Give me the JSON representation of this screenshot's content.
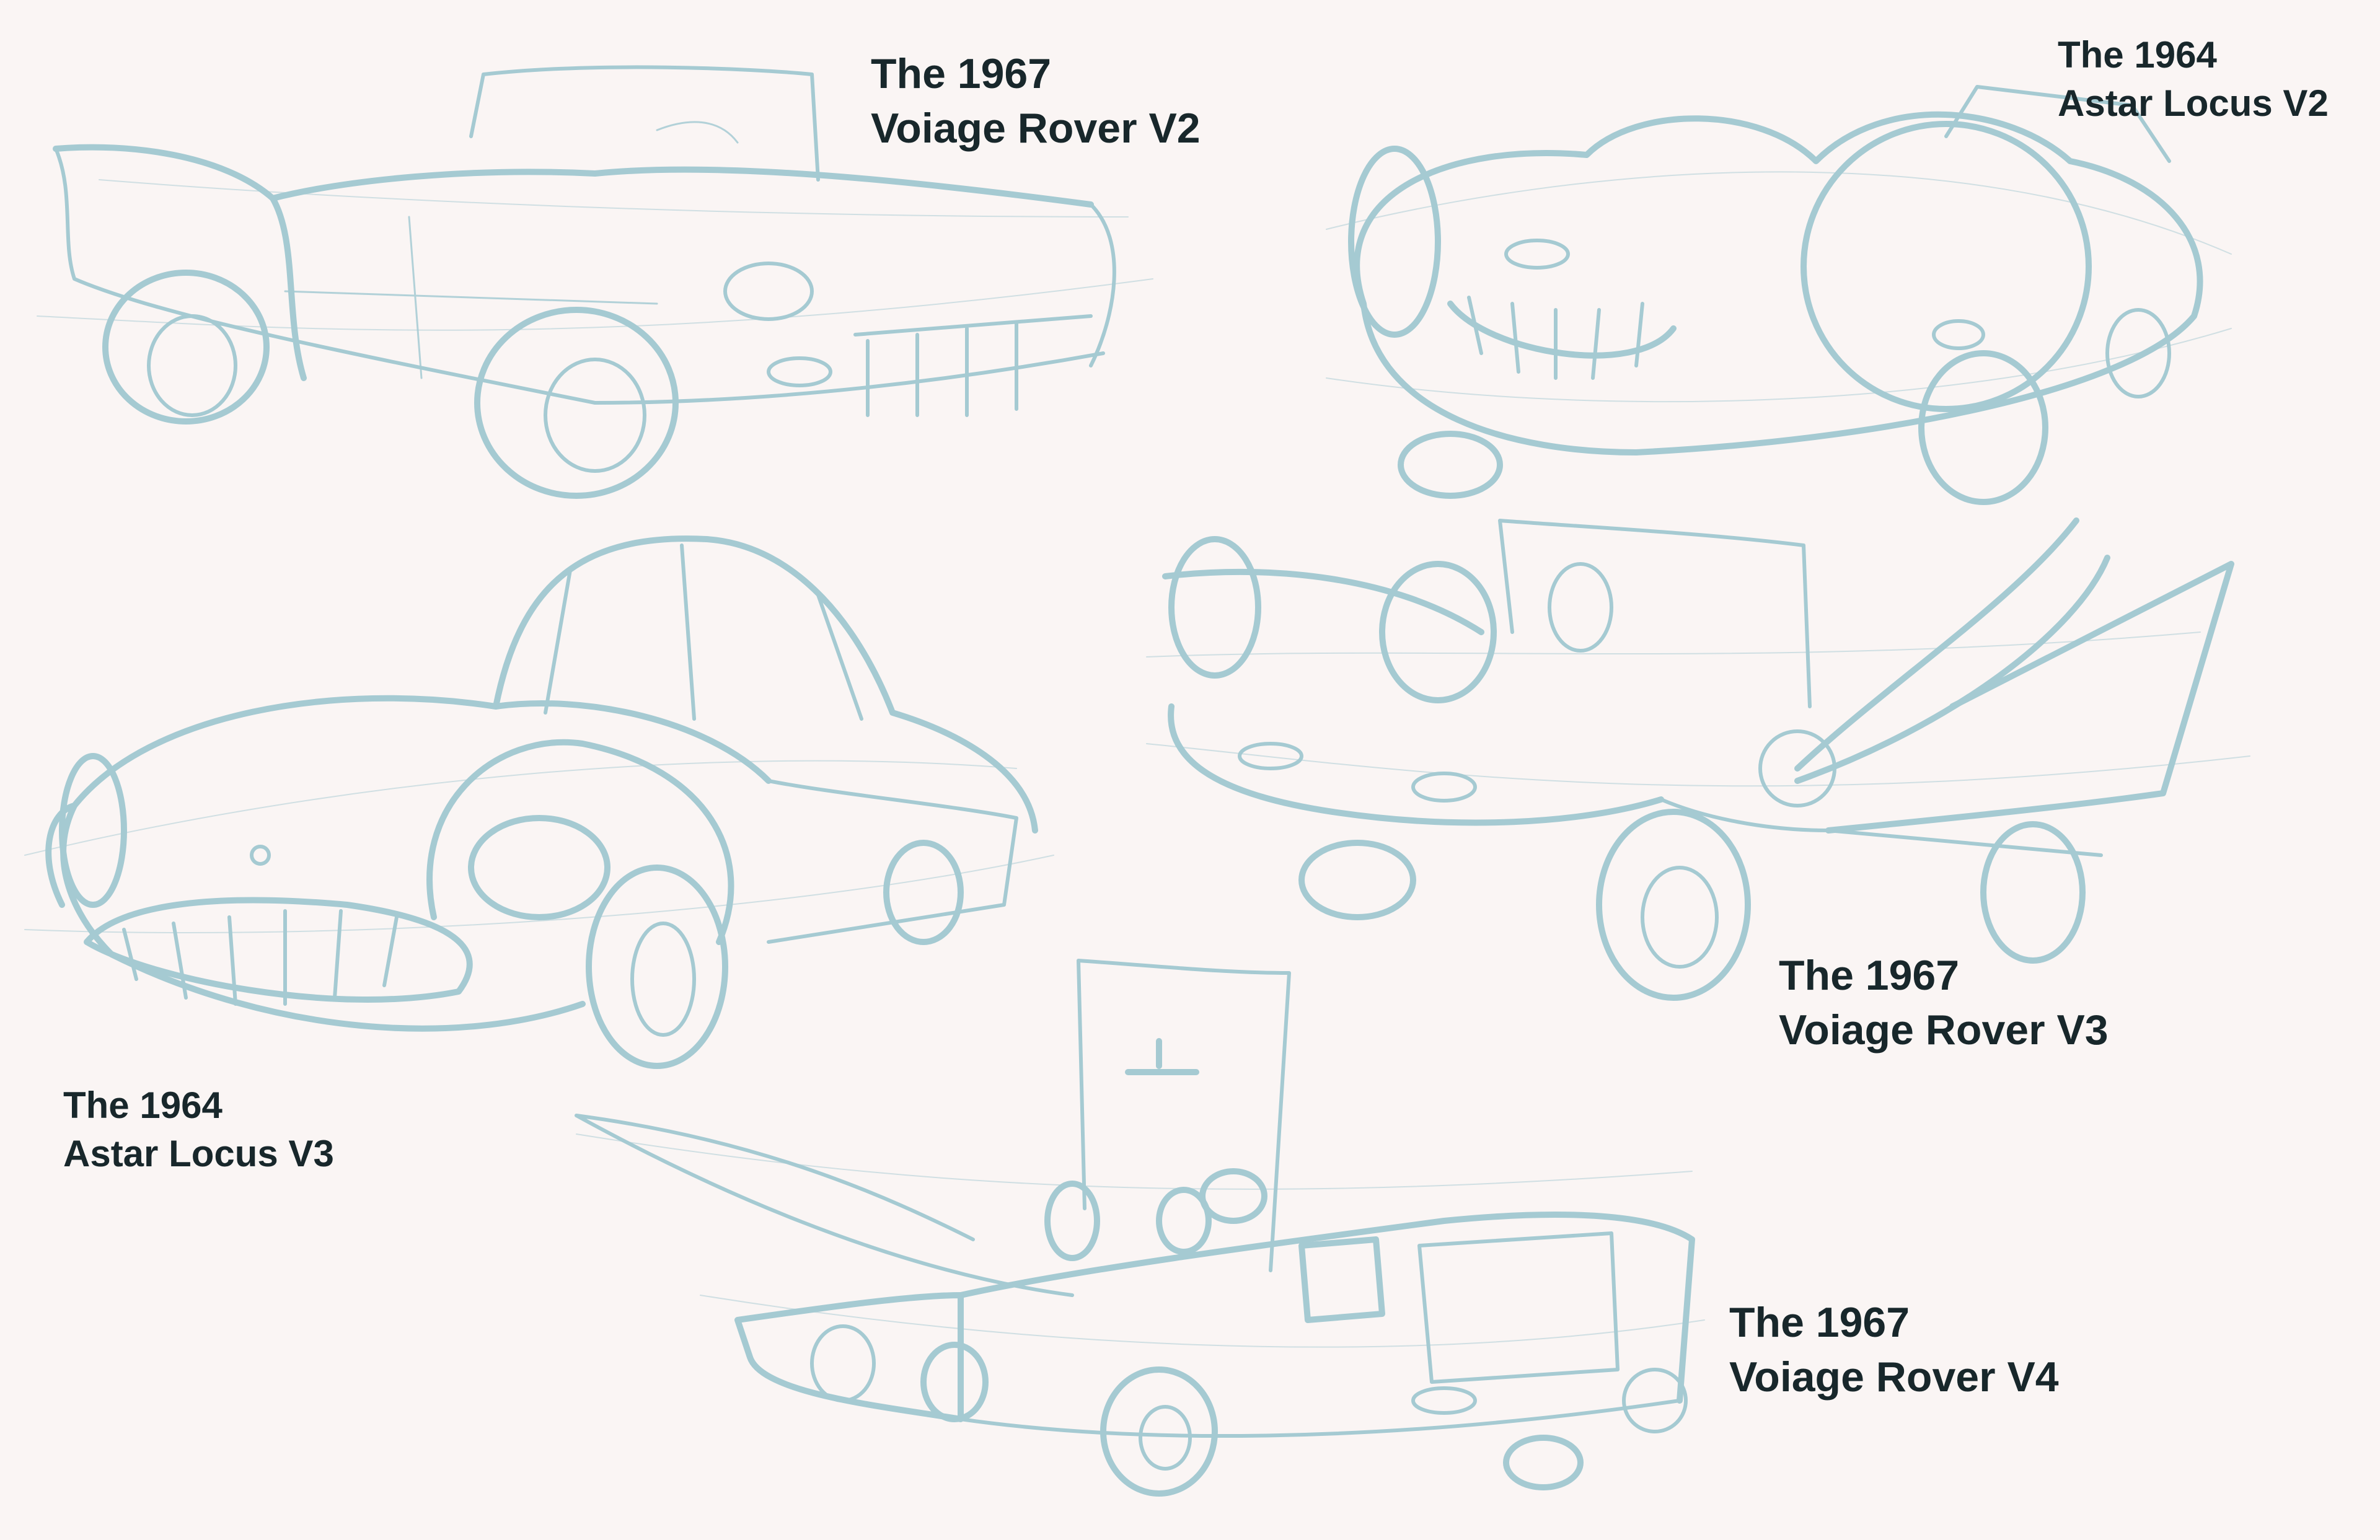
{
  "colors": {
    "background": "#faf5f4",
    "sketch_stroke": "#a5cad2",
    "label_text": "#18272b"
  },
  "labels": [
    {
      "id": "voiage-rover-v2",
      "line1": "The 1967",
      "line2": "Voiage Rover V2"
    },
    {
      "id": "astar-locus-v2",
      "line1": "The 1964",
      "line2": "Astar Locus V2"
    },
    {
      "id": "astar-locus-v3",
      "line1": "The 1964",
      "line2": "Astar Locus V3"
    },
    {
      "id": "voiage-rover-v3",
      "line1": "The 1967",
      "line2": "Voiage Rover V3"
    },
    {
      "id": "voiage-rover-v4",
      "line1": "The 1967",
      "line2": "Voiage Rover V4"
    }
  ],
  "sketches": [
    {
      "id": "sketch-voiage-rover-v2",
      "subject": "convertible car with tail fins, three-quarter front view"
    },
    {
      "id": "sketch-astar-locus-v2",
      "subject": "rounded coupe, front view with grille"
    },
    {
      "id": "sketch-astar-locus-v3",
      "subject": "rounded coupe, three-quarter front view"
    },
    {
      "id": "sketch-voiage-rover-v3",
      "subject": "finned car, rear three-quarter view"
    },
    {
      "id": "sketch-voiage-rover-v4",
      "subject": "finned car with open top, rear three-quarter view"
    }
  ]
}
